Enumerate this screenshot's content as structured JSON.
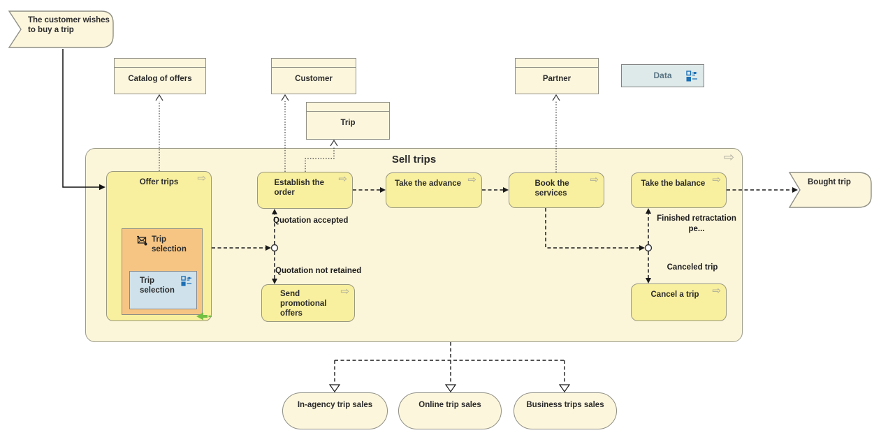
{
  "container": {
    "title": "Sell trips"
  },
  "start_event": {
    "label": "The customer wishes to buy a trip"
  },
  "end_event": {
    "label": "Bought trip"
  },
  "objects": {
    "catalog": "Catalog of offers",
    "customer": "Customer",
    "trip": "Trip",
    "partner": "Partner",
    "data": "Data"
  },
  "processes": {
    "offer": "Offer trips",
    "establish": "Establish the order",
    "advance": "Take the advance",
    "book": "Book the services",
    "balance": "Take the balance",
    "promo": "Send promotional offers",
    "cancel": "Cancel a trip"
  },
  "subprocesses": {
    "trip_selection_dialog": "Trip selection",
    "trip_selection_data": "Trip selection"
  },
  "edge_labels": {
    "accepted": "Quotation accepted",
    "not_retained": "Quotation not retained",
    "finished": "Finished retractation pe...",
    "canceled": "Canceled trip"
  },
  "variants": [
    "In-agency trip sales",
    "Online trip sales",
    "Business trips sales"
  ],
  "icons": {
    "process_arrow": "⇨"
  },
  "colors": {
    "container_fill": "#fbf5da",
    "process_fill": "#f8ef9f",
    "object_fill": "#fcf6dd",
    "orange_fill": "#f6c583",
    "blue_fill": "#cfe2ec",
    "data_fill": "#dee9e9",
    "icon_blue": "#1b6fb5",
    "return_green": "#72bf44"
  }
}
